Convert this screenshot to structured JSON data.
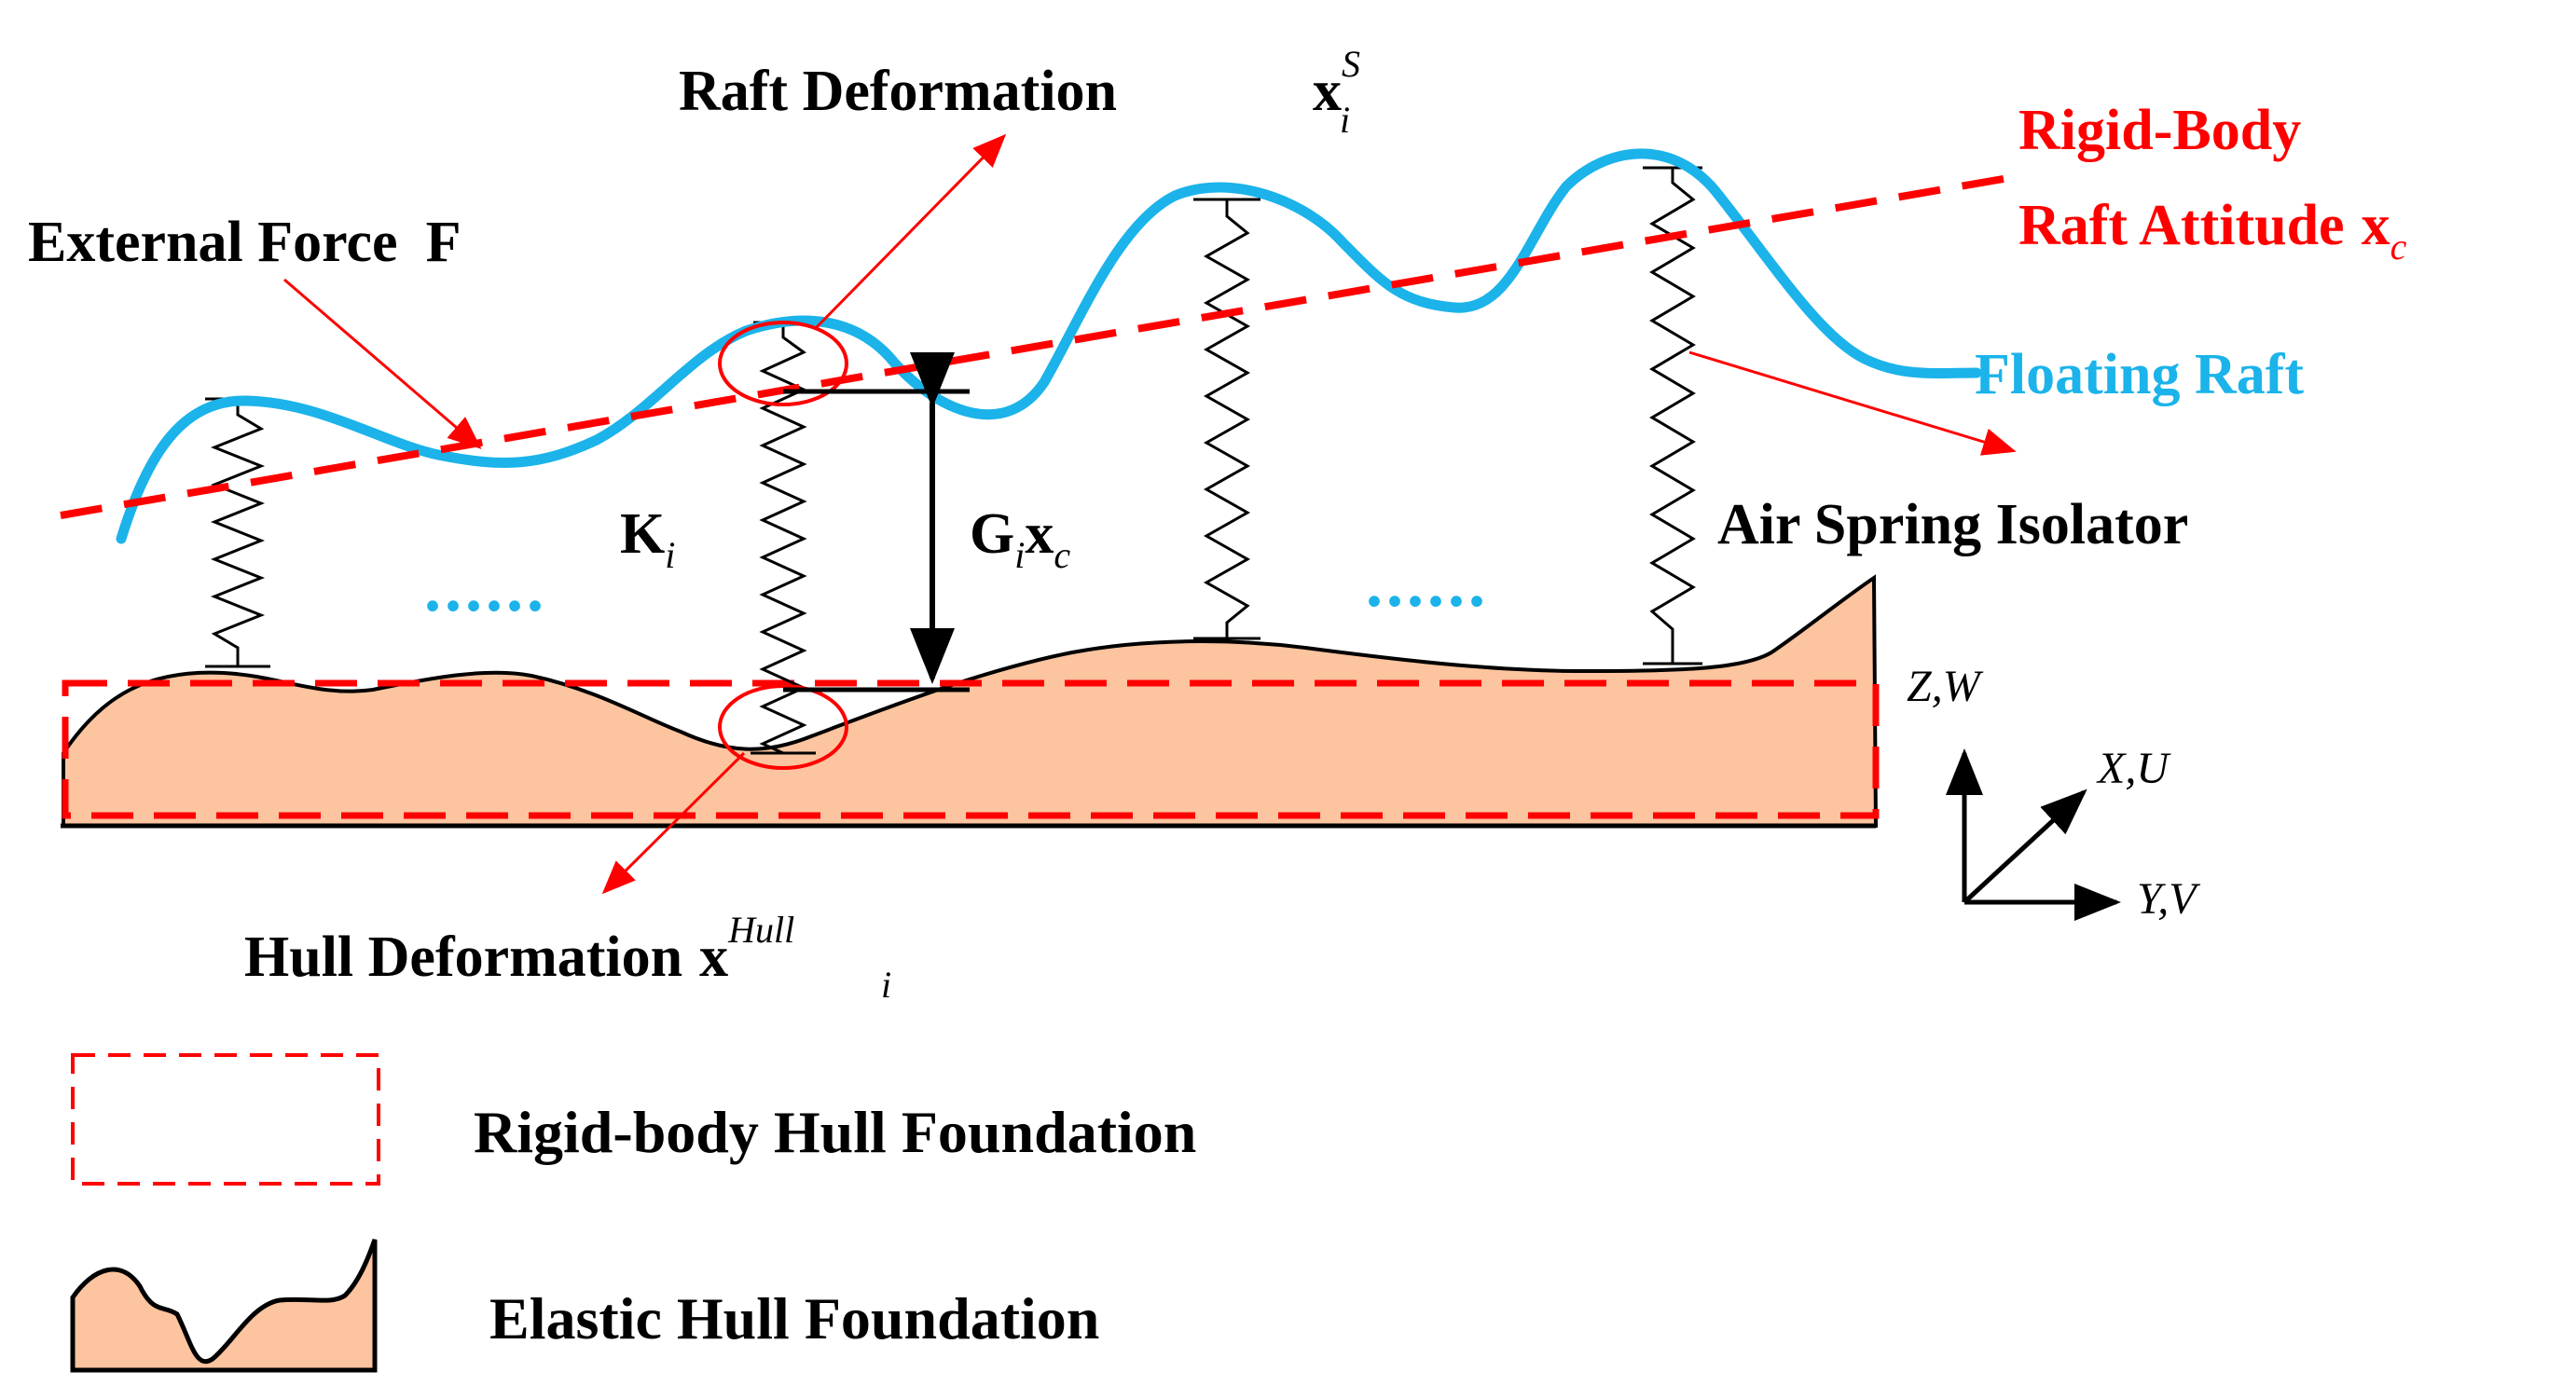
{
  "colors": {
    "accent_red": "#ff0000",
    "raft_blue": "#1bb3ea",
    "hull_fill": "#fcc49f",
    "ink": "#000000"
  },
  "labels": {
    "raft_deformation": "Raft Deformation",
    "raft_deformation_sym": "x",
    "raft_deformation_sup": "S",
    "raft_deformation_sub": "i",
    "rigid_body_line1": "Rigid-Body",
    "rigid_body_line2": "Raft Attitude",
    "rigid_body_sym": "x",
    "rigid_body_sub": "c",
    "external_force": "External Force",
    "external_force_sym": "F",
    "floating_raft": "Floating Raft",
    "air_spring_isolator": "Air Spring Isolator",
    "stiffness_sym": "K",
    "stiffness_sub": "i",
    "g_sym": "G",
    "g_sub": "i",
    "g_x": "x",
    "g_x_sub": "c",
    "ellipsis_left": "......",
    "ellipsis_right": "......",
    "hull_deformation": "Hull Deformation",
    "hull_deformation_sym": "x",
    "hull_deformation_sup": "Hull",
    "hull_deformation_sub": "i",
    "axis_z": "Z,W",
    "axis_x": "X,U",
    "axis_y": "Y,V"
  },
  "legend": {
    "rigid": "Rigid-body Hull Foundation",
    "elastic": "Elastic Hull Foundation"
  },
  "icons": [
    "spring-icon",
    "arrow-icon",
    "axis-icon"
  ]
}
